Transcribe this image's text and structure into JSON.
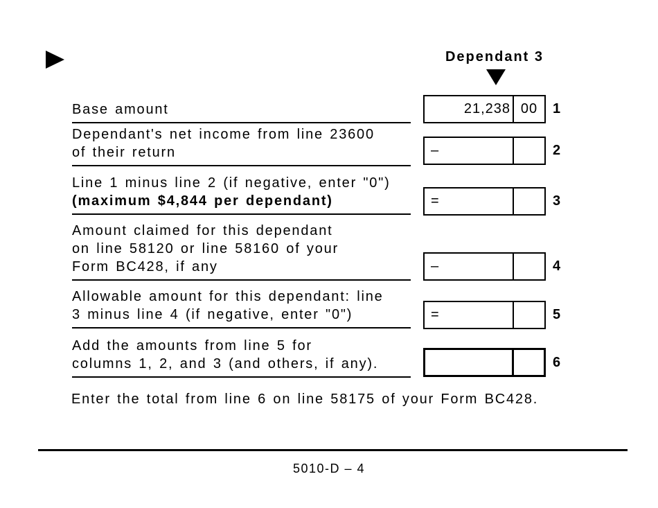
{
  "page": {
    "column_header": "Dependant 3",
    "rows": [
      {
        "num": "1",
        "lines": [
          "Base amount"
        ],
        "operator": "",
        "amount": "21,238",
        "cents": "00"
      },
      {
        "num": "2",
        "lines": [
          "Dependant's net income from line 23600",
          "of their return"
        ],
        "operator": "–",
        "amount": "",
        "cents": ""
      },
      {
        "num": "3",
        "lines": [
          "Line 1 minus line 2 (if negative, enter \"0\")",
          "(maximum $4,844 per dependant)"
        ],
        "operator": "=",
        "amount": "",
        "cents": ""
      },
      {
        "num": "4",
        "lines": [
          "Amount claimed for this dependant",
          "on line 58120 or line 58160 of your",
          "Form BC428, if any"
        ],
        "operator": "–",
        "amount": "",
        "cents": ""
      },
      {
        "num": "5",
        "lines": [
          "Allowable amount for this dependant: line",
          "3 minus line 4 (if negative, enter \"0\")"
        ],
        "operator": "=",
        "amount": "",
        "cents": ""
      },
      {
        "num": "6",
        "lines": [
          "Add the amounts from line 5 for",
          "columns 1, 2, and 3 (and others, if any)."
        ],
        "operator": "",
        "amount": "",
        "cents": ""
      }
    ],
    "instruction": "Enter the total from line 6 on line 58175 of your Form BC428.",
    "footer": {
      "page_number": "5010-D – 4"
    },
    "colors": {
      "ink": "#000000",
      "paper": "#ffffff"
    }
  }
}
